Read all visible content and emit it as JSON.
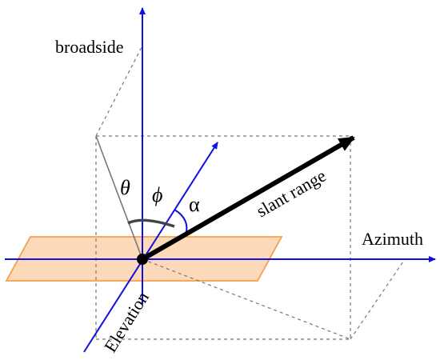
{
  "labels": {
    "broadside": "broadside",
    "azimuth": "Azimuth",
    "elevation": "Elevation",
    "slant_range": "slant range",
    "theta": "θ",
    "phi": "ϕ",
    "alpha": "α"
  },
  "colors": {
    "axis": "#1010e0",
    "plane_fill": "#fcd9b8",
    "plane_stroke": "#f5a04a",
    "vector": "#000000",
    "dashed": "#777777",
    "theta_line": "#777777",
    "phi_arc": "#444444",
    "alpha_arc": "#1010e0"
  }
}
